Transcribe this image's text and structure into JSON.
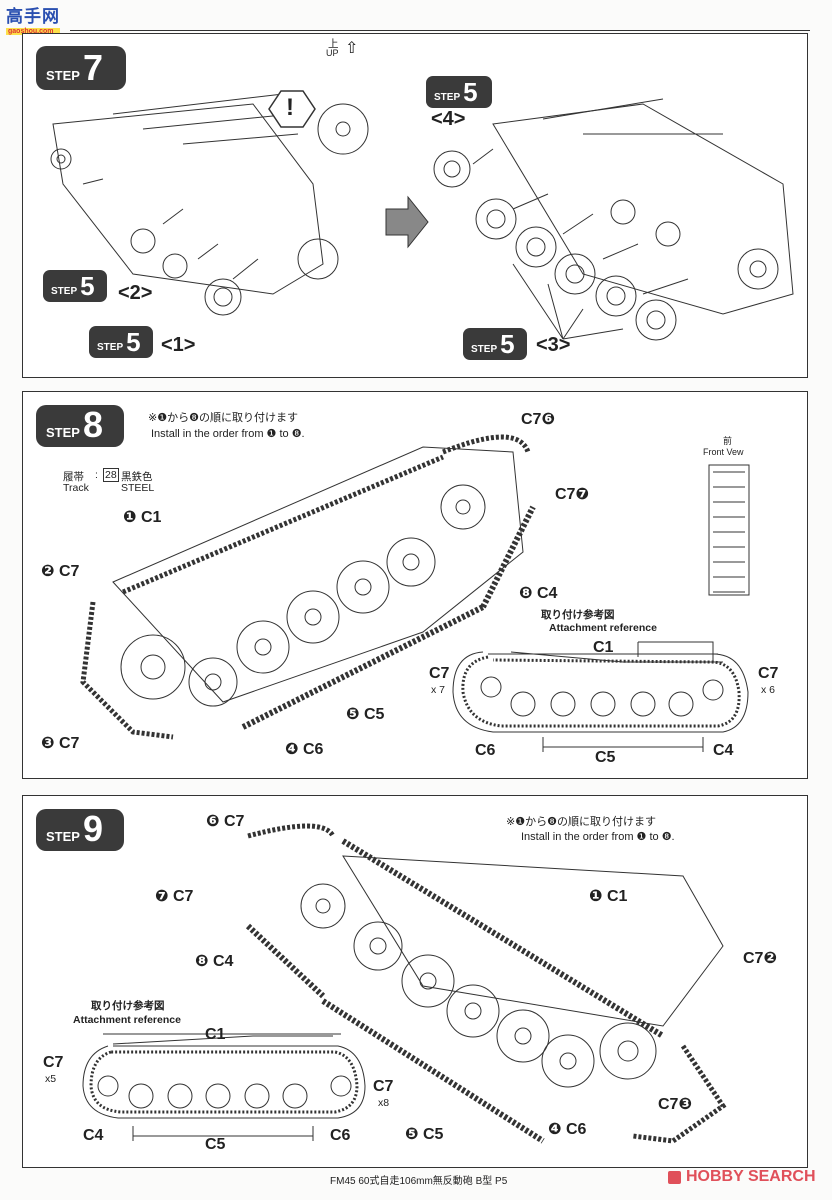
{
  "header": {
    "logo_text": "高手网",
    "logo_sub": "gaoshou.com"
  },
  "step7": {
    "badge": {
      "step": "STEP",
      "num": "7"
    },
    "up_jp": "上",
    "up_en": "UP",
    "warning": "!",
    "sub_badges": [
      {
        "step": "STEP",
        "num": "5",
        "part": "<2>"
      },
      {
        "step": "STEP",
        "num": "5",
        "part": "<1>"
      },
      {
        "step": "STEP",
        "num": "5",
        "part": "<4>"
      },
      {
        "step": "STEP",
        "num": "5",
        "part": "<3>"
      }
    ]
  },
  "step8": {
    "badge": {
      "step": "STEP",
      "num": "8"
    },
    "note_jp": "※❶から❽の順に取り付けます",
    "note_en": "Install in the order from ❶ to ❽.",
    "paint": {
      "part_jp": "履帯",
      "part_en": "Track",
      "colon": ":",
      "code": "28",
      "color_jp": "黒鉄色",
      "color_en": "STEEL"
    },
    "front": {
      "jp": "前",
      "en": "Front Vew"
    },
    "callouts": [
      "❶ C1",
      "❷ C7",
      "❸ C7",
      "❹ C6",
      "❺ C5",
      "C7❻",
      "C7❼",
      "❽ C4"
    ],
    "reference": {
      "title_jp": "取り付け参考図",
      "title_en": "Attachment reference",
      "c1": "C1",
      "c7_left": "C7",
      "c7_left_qty": "x 7",
      "c7_right": "C7",
      "c7_right_qty": "x 6",
      "c6": "C6",
      "c5": "C5",
      "c4": "C4"
    }
  },
  "step9": {
    "badge": {
      "step": "STEP",
      "num": "9"
    },
    "note_jp": "※❶から❽の順に取り付けます",
    "note_en": "Install in the order from ❶ to ❽.",
    "callouts": [
      "❶ C1",
      "C7❷",
      "C7❸",
      "❹ C6",
      "❺ C5",
      "❻ C7",
      "❼ C7",
      "❽ C4"
    ],
    "reference": {
      "title_jp": "取り付け参考図",
      "title_en": "Attachment reference",
      "c1": "C1",
      "c7_left": "C7",
      "c7_left_qty": "x5",
      "c7_right": "C7",
      "c7_right_qty": "x8",
      "c4": "C4",
      "c5": "C5",
      "c6": "C6"
    }
  },
  "footer": {
    "text": "FM45 60式自走106mm無反動砲 B型 P5",
    "watermark": "HOBBY SEARCH"
  },
  "colors": {
    "badge": "#3a3a3a",
    "watermark": "#e0505a",
    "logo_blue": "#2a4fb0"
  }
}
